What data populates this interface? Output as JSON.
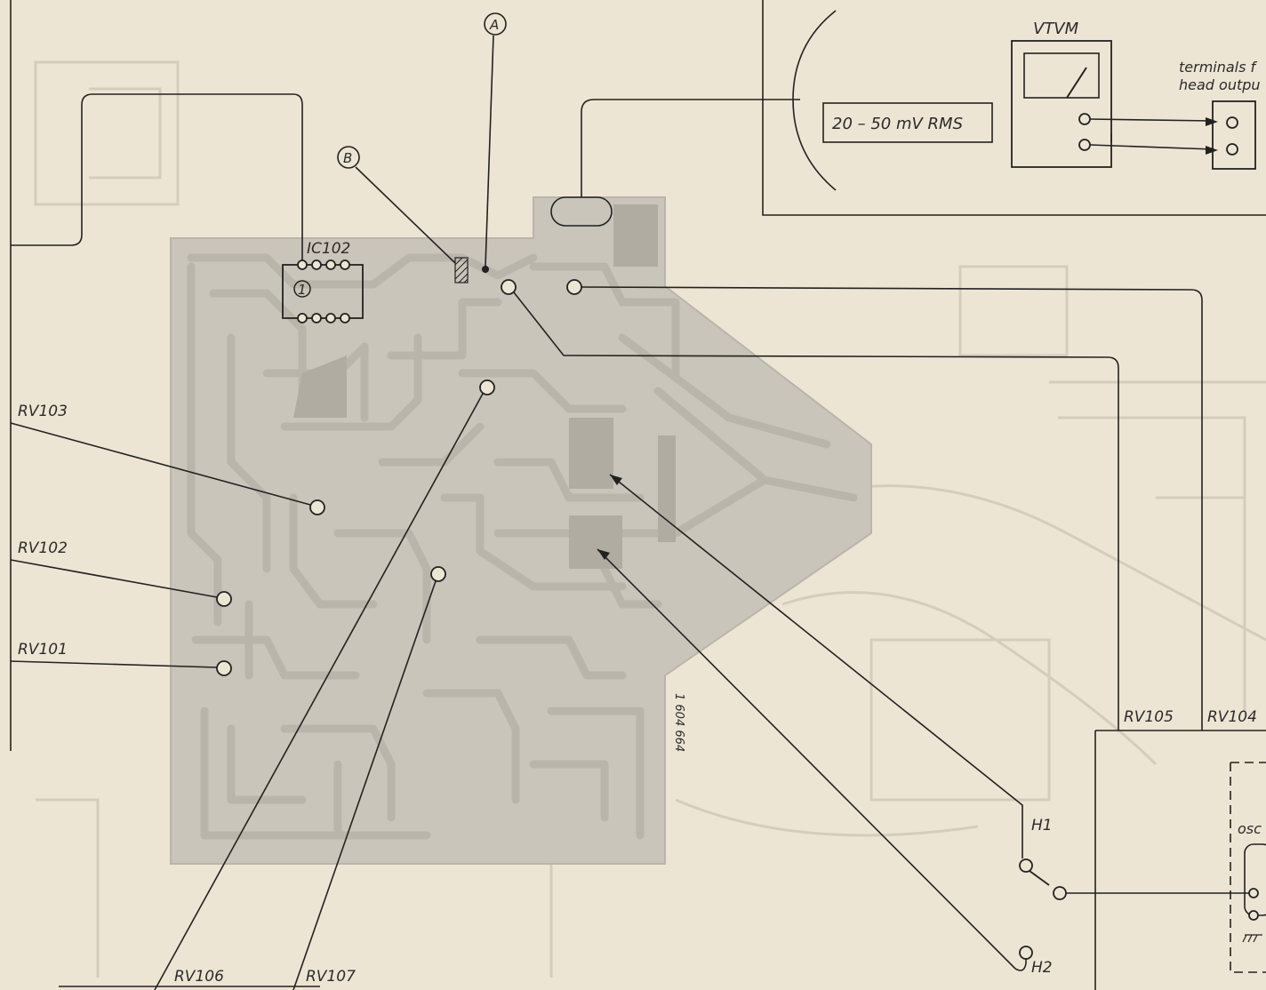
{
  "labels": {
    "vtvm": "VTVM",
    "level": "20 – 50 mV RMS",
    "terminals_line1": "terminals f",
    "terminals_line2": "head outpu",
    "marker_a": "A",
    "marker_b": "B",
    "ic": "IC102",
    "pin": "1",
    "rv101": "RV101",
    "rv102": "RV102",
    "rv103": "RV103",
    "rv104": "RV104",
    "rv105": "RV105",
    "rv106": "RV106",
    "rv107": "RV107",
    "h1": "H1",
    "h2": "H2",
    "osc": "osc",
    "board_number": "1 604 664"
  },
  "colors": {
    "paper": "#ede5d3",
    "copper": "#b9b5ab",
    "ink": "#222222"
  }
}
